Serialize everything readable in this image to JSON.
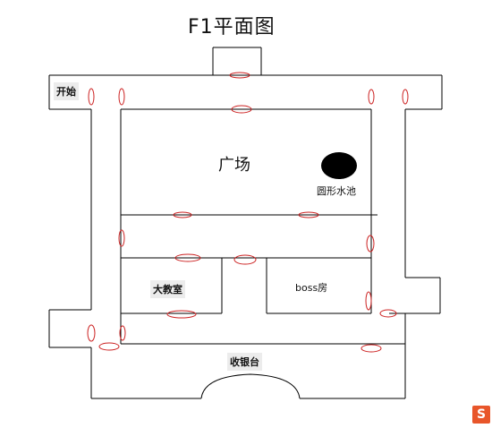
{
  "title": "F1平面图",
  "rooms": {
    "start": "开始",
    "square": "广场",
    "pool": "圆形水池",
    "classroom": "大教室",
    "boss_room": "boss房",
    "cashier": "收银台"
  },
  "colors": {
    "wall": "#000000",
    "door": "#cc2222",
    "label_bg": "#ececec",
    "logo": "#e8562a"
  },
  "logo_icon": "S-logo-icon"
}
